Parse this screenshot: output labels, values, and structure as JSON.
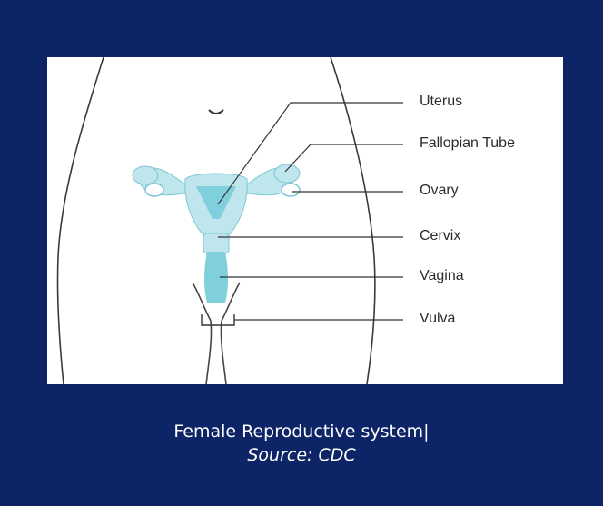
{
  "diagram": {
    "labels": {
      "uterus": "Uterus",
      "fallopian_tube": "Fallopian Tube",
      "ovary": "Ovary",
      "cervix": "Cervix",
      "vagina": "Vagina",
      "vulva": "Vulva"
    },
    "colors": {
      "background": "#0d2466",
      "organ_fill": "#bfe6ec",
      "organ_deep": "#7fd0dc",
      "outline": "#555555"
    }
  },
  "caption": {
    "title": "Female Reproductive system|",
    "source": "Source: CDC"
  }
}
